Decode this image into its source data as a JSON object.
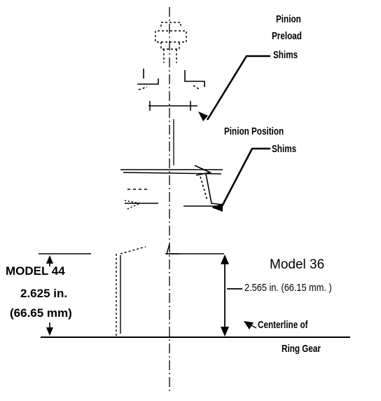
{
  "labels": {
    "pinion_preload": [
      "Pinion",
      "Preload",
      "Shims"
    ],
    "pinion_position": [
      "Pinion Position",
      "Shims"
    ],
    "model44": [
      "MODEL 44",
      "2.625 in.",
      "(66.65 mm)"
    ],
    "model36_title": "Model 36",
    "model36_dim": "2.565 in. (66.15 mm. )",
    "centerline": [
      "Centerline of",
      "Ring Gear"
    ]
  },
  "colors": {
    "ink": "#000000",
    "paper": "#ffffff"
  }
}
